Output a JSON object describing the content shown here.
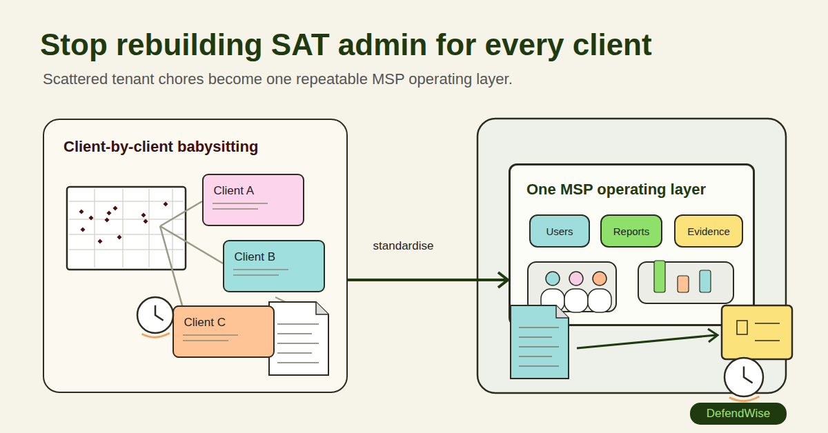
{
  "diagram": {
    "title": "Stop rebuilding SAT admin for every client",
    "caption": "Scattered tenant chores become one repeatable MSP operating layer.",
    "nodes": [
      {
        "text": [
          "Client-by-client babysitting"
        ]
      },
      {
        "text": [
          "Client A"
        ],
        "in": 0
      },
      {
        "text": [
          "Client B"
        ],
        "in": 0
      },
      {
        "text": [
          "Client C"
        ],
        "in": 0
      },
      {
        "text": [
          "One MSP operating layer"
        ]
      },
      {
        "text": [
          "Users"
        ],
        "in": 4
      },
      {
        "text": [
          "Reports"
        ],
        "in": 4
      },
      {
        "text": [
          "Evidence"
        ],
        "in": 4
      },
      {
        "text": [
          "DefendWise"
        ]
      }
    ],
    "edges": [
      {
        "from": 0,
        "to": 4,
        "label": "standardise",
        "arrow": "to"
      }
    ]
  }
}
